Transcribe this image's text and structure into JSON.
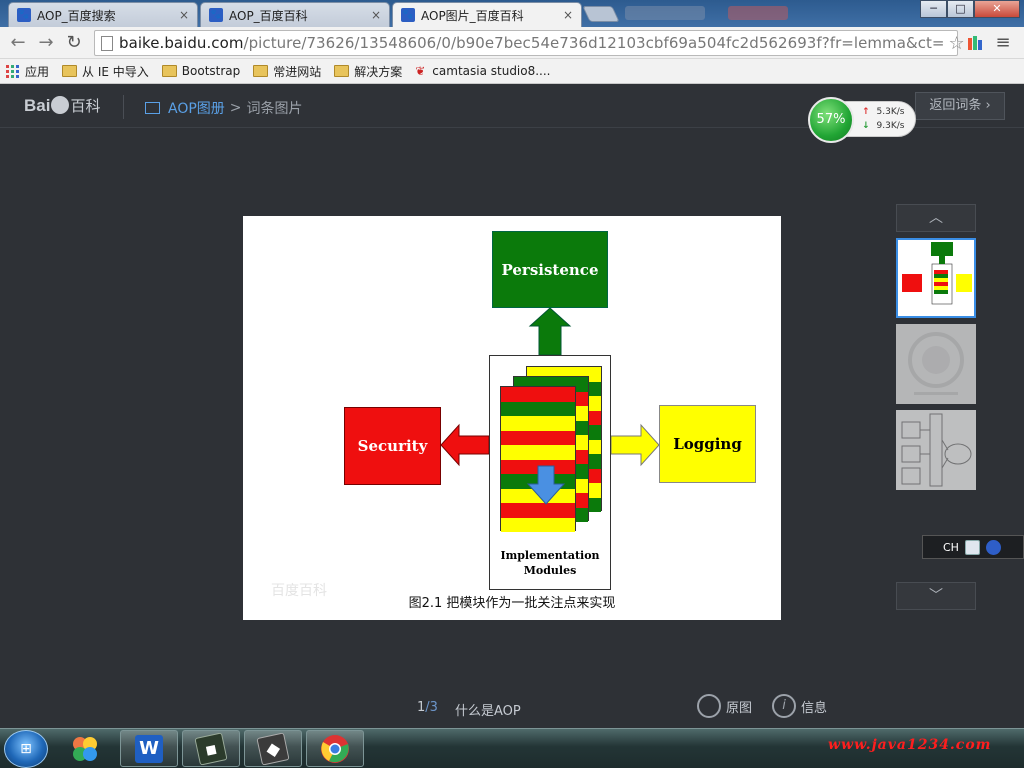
{
  "browser": {
    "tabs": [
      {
        "title": "AOP_百度搜索",
        "favicon": "baidu-paw-icon",
        "active": false
      },
      {
        "title": "AOP_百度百科",
        "favicon": "baidu-paw-icon",
        "active": false
      },
      {
        "title": "AOP图片_百度百科",
        "favicon": "baidu-paw-icon",
        "active": true
      }
    ],
    "close_glyph": "×",
    "window_controls": {
      "minimize": "─",
      "maximize": "□",
      "close": "✕"
    },
    "nav": {
      "back": "←",
      "forward": "→",
      "reload": "↻",
      "menu": "≡"
    },
    "url": {
      "host": "baike.baidu.com",
      "path": "/picture/73626/13548606/0/b90e7bec54e736d12103cbf69a504fc2d562693f?fr=lemma&ct="
    },
    "star_glyph": "☆",
    "bookmarks": [
      {
        "label": "应用",
        "icon": "apps-grid-icon"
      },
      {
        "label": "从 IE 中导入",
        "icon": "folder-icon"
      },
      {
        "label": "Bootstrap",
        "icon": "folder-icon"
      },
      {
        "label": "常进网站",
        "icon": "folder-icon"
      },
      {
        "label": "解决方案",
        "icon": "folder-icon"
      },
      {
        "label": "camtasia studio8....",
        "icon": "camtasia-icon"
      }
    ]
  },
  "baike": {
    "logo": {
      "bai": "Bai",
      "du": "du",
      "baike": "百科"
    },
    "breadcrumb": {
      "album": "AOP图册",
      "separator": ">",
      "current": "词条图片"
    },
    "back_button": "返回词条",
    "accent": "#5aa0e6"
  },
  "speed_widget": {
    "percent": "57%",
    "upload": "5.3K/s",
    "download": "9.3K/s",
    "up_arrow": "↑",
    "down_arrow": "↓"
  },
  "figure": {
    "persistence": "Persistence",
    "security": "Security",
    "logging": "Logging",
    "modules_line1": "Implementation",
    "modules_line2": "Modules",
    "caption": "图2.1 把模块作为一批关注点来实现",
    "watermark": "百度百科",
    "colors": {
      "green": "#0b7a0b",
      "red": "#ef0f0f",
      "yellow": "#ffff00",
      "blue": "#4a90e2"
    }
  },
  "thumbnails": {
    "up": "︿",
    "down": "﹀",
    "count": 3,
    "active_index": 0
  },
  "ime": {
    "label": "CH"
  },
  "footer": {
    "current_page": "1",
    "slash_total": "/3",
    "title": "什么是AOP",
    "original_label": "原图",
    "info_label": "信息",
    "info_glyph": "i"
  },
  "taskbar": {
    "site": "www.java1234.com",
    "apps": [
      "windows-start-icon",
      "app-store-icon",
      "wps-writer-icon",
      "terminal-icon",
      "tool-icon",
      "chrome-icon"
    ]
  }
}
